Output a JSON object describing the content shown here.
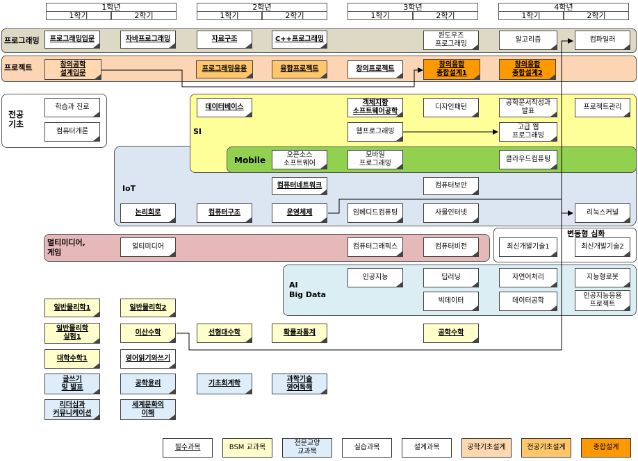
{
  "years": [
    {
      "label": "1학년",
      "s1": "1학기",
      "s2": "2학기"
    },
    {
      "label": "2학년",
      "s1": "1학기",
      "s2": "2학기"
    },
    {
      "label": "3학년",
      "s1": "1학기",
      "s2": "2학기"
    },
    {
      "label": "4학년",
      "s1": "1학기",
      "s2": "2학기"
    }
  ],
  "bands": {
    "programming": "프로그래밍",
    "project": "프로젝트",
    "foundation": "전공\n기초",
    "si": "SI",
    "mobile": "Mobile",
    "iot": "IoT",
    "multimedia": "멀티미디어,\n게임",
    "advanced": "변동형 심화",
    "ai": "AI\nBig Data"
  },
  "courses": {
    "prog_intro": "프로그래밍입문",
    "java": "자바프로그래밍",
    "data_struct": "자료구조",
    "cpp": "C++프로그래밍",
    "windows": "윈도우즈\n프로그래밍",
    "algorithm": "알고리즘",
    "compiler": "컴파일러",
    "creative_intro": "창의공학\n설계입문",
    "prog_app": "프로그래밍응용",
    "convergence_proj": "융합프로젝트",
    "creative_proj": "창의프로젝트",
    "capstone1": "창의융합\n종합설계1",
    "capstone2": "창의융합\n종합설계2",
    "learning_path": "학습과 진로",
    "cs_intro": "컴퓨터개론",
    "database": "데이터베이스",
    "oop": "객체지향\n소프트웨어공학",
    "design_pattern": "디자인패턴",
    "tech_writing": "공학문서작성과\n발표",
    "pm": "프로젝트관리",
    "web": "웹프로그래밍",
    "adv_web": "고급 웹\n프로그래밍",
    "oss": "오픈소스\n소프트웨어",
    "mobile_prog": "모바일\n프로그래밍",
    "cloud": "클라우드컴퓨팅",
    "network": "컴퓨터네트워크",
    "security": "컴퓨터보안",
    "logic": "논리회로",
    "arch": "컴퓨터구조",
    "os": "운영체제",
    "embedded": "임베디드컴퓨팅",
    "iot_course": "사물인터넷",
    "linux": "리눅스커널",
    "multimedia_course": "멀티미디어",
    "graphics": "컴퓨터그래픽스",
    "vision": "컴퓨터비전",
    "latest1": "최신개발기술1",
    "latest2": "최신개발기술2",
    "ai_course": "인공지능",
    "deep": "딥러닝",
    "nlp": "자연어처리",
    "robot": "지능형로봇",
    "bigdata": "빅데이터",
    "data_eng": "데이터공학",
    "ai_proj": "인공지능응용\n프로젝트",
    "physics1": "일반물리학1",
    "physics2": "일반물리학2",
    "physics_lab": "일반물리학\n실험1",
    "discrete": "이산수학",
    "linear": "선형대수학",
    "prob": "확률과통계",
    "eng_math": "공학수학",
    "calculus": "대학수학1",
    "eng_rw": "영어읽기와쓰기",
    "writing": "글쓰기\n및 발표",
    "ethics": "공학윤리",
    "accounting": "기초회계학",
    "sci_english": "과학기술\n영어독해",
    "leadership": "리더십과\n커뮤니케이션",
    "world_culture": "세계문화의\n이해"
  },
  "legend": {
    "required": "필수과목",
    "bsm": "BSM 교과목",
    "liberal": "전문교양\n교과목",
    "practice": "실습과목",
    "design": "설계과목",
    "eng_basic_design": "공학기초설계",
    "major_basic_design": "전공기초설계",
    "capstone": "종합설계"
  },
  "colors": {
    "programming_band": "#ddd9c4",
    "project_band": "#fcd5b5",
    "si_band": "#ffff99",
    "mobile_band": "#92d050",
    "iot_band": "#dce6f2",
    "multimedia_band": "#e6b9b8",
    "ai_band": "#dbeef4",
    "bsm": "#ffffcc",
    "liberal": "#ddeefa",
    "eng_basic_design": "#ffd8b0",
    "major_basic_design": "#ffc66b",
    "capstone": "#ff9900"
  }
}
